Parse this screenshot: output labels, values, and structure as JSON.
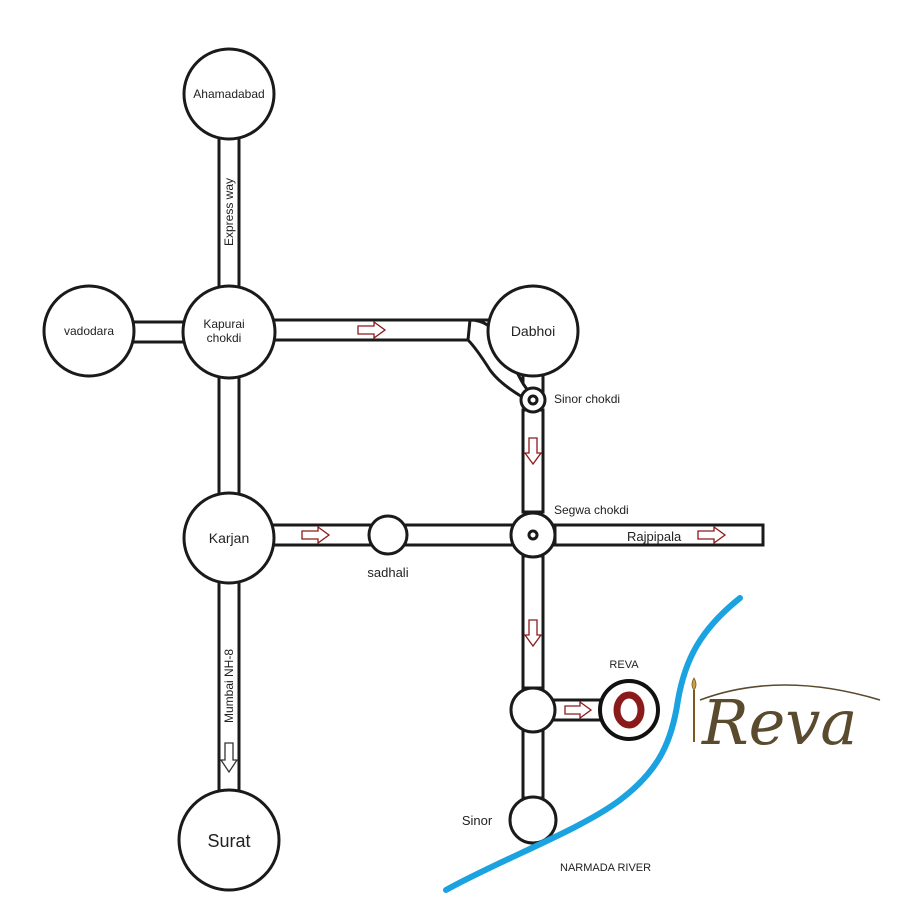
{
  "places": {
    "ahamadabad": "Ahamadabad",
    "vadodara": "vadodara",
    "kapurai_line1": "Kapurai",
    "kapurai_line2": "chokdi",
    "dabhoi": "Dabhoi",
    "sinor_chokdi": "Sinor chokdi",
    "karjan": "Karjan",
    "sadhali": "sadhali",
    "segwa_chokdi": "Segwa chokdi",
    "rajpipala": "Rajpipala",
    "reva_label": "REVA",
    "sinor": "Sinor",
    "surat": "Surat"
  },
  "roads": {
    "express_way": "Express way",
    "mumbai_nh8": "Mumbai NH-8"
  },
  "river": {
    "name": "NARMADA RIVER",
    "color": "#1aa3e0"
  },
  "logo": {
    "text": "Reva",
    "color": "#5a4a2e"
  },
  "colors": {
    "arrow": "#8b1a1a",
    "reva_marker": "#8b1a1a"
  }
}
